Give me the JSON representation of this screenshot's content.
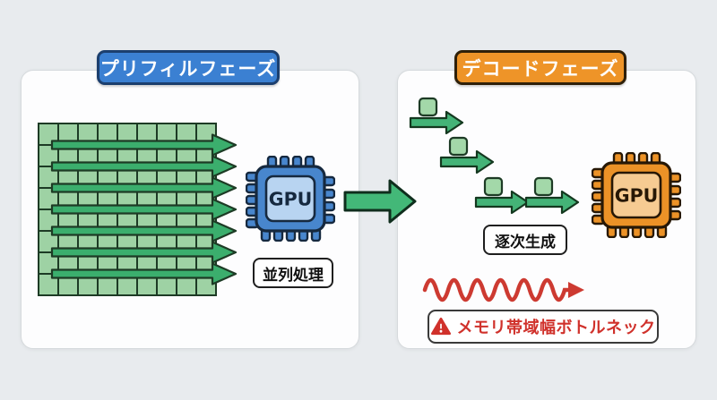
{
  "page": {
    "background": "#e8ebee"
  },
  "prefill_panel": {
    "title": "プリフィルフェーズ",
    "badge": {
      "bg": "#3b80d2",
      "border": "#1c3f6e",
      "text_color": "#ffffff"
    },
    "grid": {
      "rows": 8,
      "cols": 9,
      "arrows": 7,
      "cell_fill": "#9ed2a4",
      "line_color": "#1d3b25",
      "arrow_fill": "#3bae6d"
    },
    "gpu_chip": {
      "label": "GPU",
      "body": "#4886cd",
      "inner": "#b8d4f1",
      "outline": "#16293f"
    },
    "caption": "並列処理"
  },
  "flow_arrow": {
    "fill": "#43b878",
    "outline": "#0f2e1d"
  },
  "decode_panel": {
    "title": "デコードフェーズ",
    "badge": {
      "bg": "#ee9428",
      "border": "#2f2009",
      "text_color": "#ffffff"
    },
    "token_stream": {
      "token_count": 4,
      "token_fill": "#a3d8a9",
      "token_outline": "#1d3b25",
      "arrow_fill": "#44b377",
      "arrow_outline": "#14381f"
    },
    "gpu_chip": {
      "label": "GPU",
      "body": "#ec9227",
      "inner": "#f6cb92",
      "outline": "#271806"
    },
    "caption": "逐次生成",
    "bottleneck": {
      "wave_color": "#cd3a31",
      "warning_text": "メモリ帯域幅ボトルネック",
      "text_color": "#d0312b",
      "icon": "warning-triangle-icon"
    }
  }
}
